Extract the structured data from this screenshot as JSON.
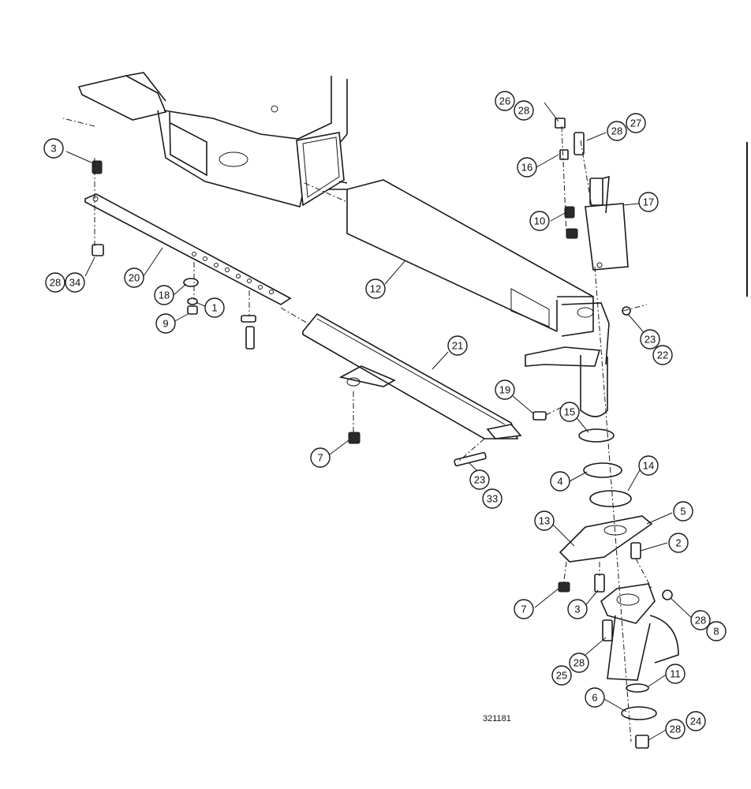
{
  "drawing_number": "321181",
  "callouts": {
    "c3a": "3",
    "c28a": "28",
    "c34": "34",
    "c20": "20",
    "c18": "18",
    "c1": "1",
    "c9": "9",
    "c12": "12",
    "c21": "21",
    "c7a": "7",
    "c19": "19",
    "c23a": "23",
    "c33": "33",
    "c26": "26",
    "c28b": "28",
    "c28c": "28",
    "c27": "27",
    "c16": "16",
    "c17": "17",
    "c10": "10",
    "c23b": "23",
    "c22": "22",
    "c15": "15",
    "c4": "4",
    "c14": "14",
    "c5": "5",
    "c13": "13",
    "c2": "2",
    "c7b": "7",
    "c3b": "3",
    "c28d": "28",
    "c8": "8",
    "c28e": "28",
    "c25": "25",
    "c11": "11",
    "c6": "6",
    "c28f": "28",
    "c24": "24"
  }
}
